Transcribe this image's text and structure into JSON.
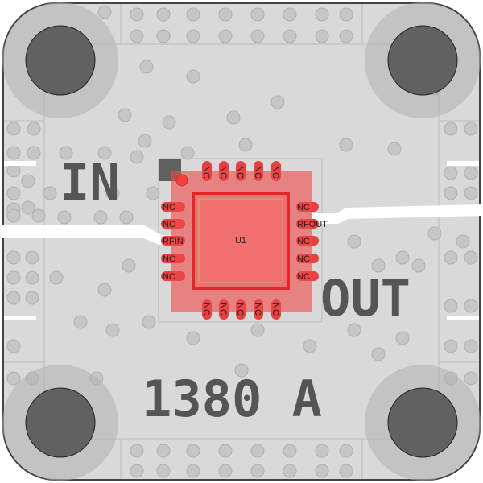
{
  "board": {
    "input_label": "IN",
    "output_label": "OUT",
    "part_marking": "1380 A",
    "colors": {
      "board": "#d9d9d9",
      "pad": "#f05a5a",
      "silk": "#555555",
      "hole": "#616161"
    }
  },
  "component": {
    "designator": "U1",
    "pins_top": [
      "NC",
      "NC",
      "NC",
      "NC",
      "NC"
    ],
    "pins_bottom": [
      "NC",
      "NC",
      "NC",
      "NC",
      "NC"
    ],
    "pins_left": [
      "NC",
      "NC",
      "RFIN",
      "NC",
      "NC"
    ],
    "pins_right": [
      "NC",
      "RFOUT",
      "NC",
      "NC",
      "NC"
    ]
  }
}
